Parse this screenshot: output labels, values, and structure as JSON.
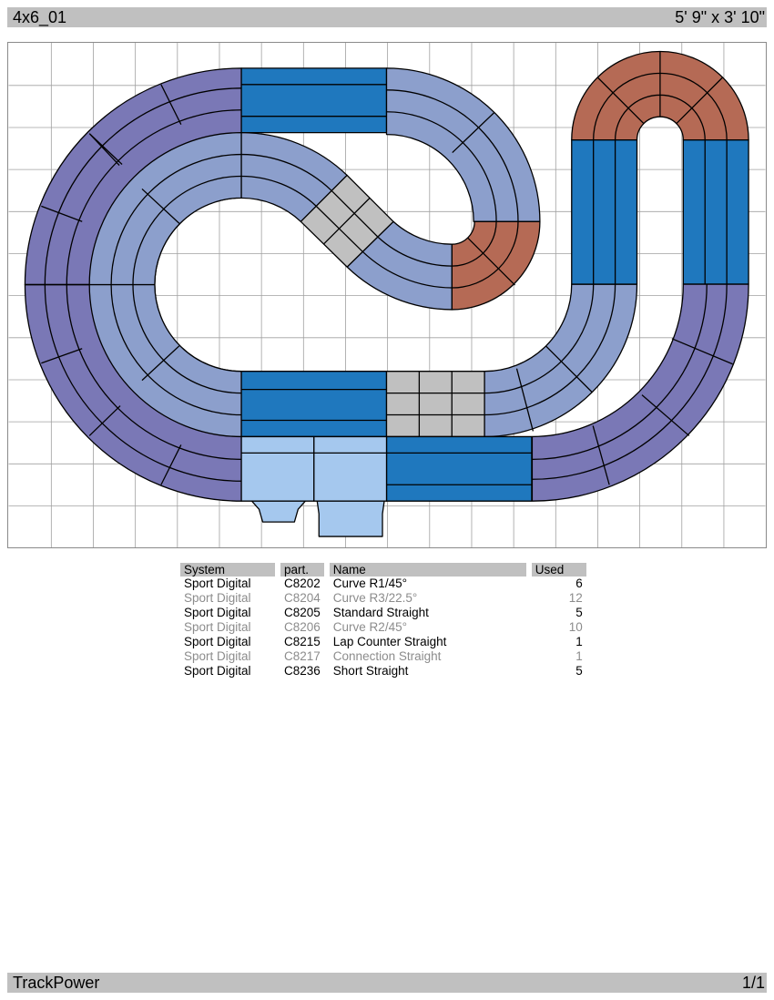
{
  "header": {
    "title": "4x6_01",
    "dimensions": "5' 9\" x 3' 10\""
  },
  "footer": {
    "app_name": "TrackPower",
    "page": "1/1"
  },
  "colors": {
    "curve_r1": "#b56a55",
    "curve_r2": "#8c9fcc",
    "curve_r3": "#7a78b6",
    "standard_straight": "#1f78be",
    "short_straight": "#c0c0c0",
    "lap_counter": "#a5c8ee",
    "grid": "#a0a0a0"
  },
  "parts_table": {
    "headers": {
      "system": "System",
      "part": "part.",
      "name": "Name",
      "used": "Used"
    },
    "rows": [
      {
        "system": "Sport Digital",
        "part": "C8202",
        "name": "Curve R1/45°",
        "used": "6"
      },
      {
        "system": "Sport Digital",
        "part": "C8204",
        "name": "Curve R3/22.5°",
        "used": "12"
      },
      {
        "system": "Sport Digital",
        "part": "C8205",
        "name": "Standard Straight",
        "used": "5"
      },
      {
        "system": "Sport Digital",
        "part": "C8206",
        "name": "Curve R2/45°",
        "used": "10"
      },
      {
        "system": "Sport Digital",
        "part": "C8215",
        "name": "Lap Counter Straight",
        "used": "1"
      },
      {
        "system": "Sport Digital",
        "part": "C8217",
        "name": "Connection Straight",
        "used": "1"
      },
      {
        "system": "Sport Digital",
        "part": "C8236",
        "name": "Short Straight",
        "used": "5"
      }
    ]
  }
}
